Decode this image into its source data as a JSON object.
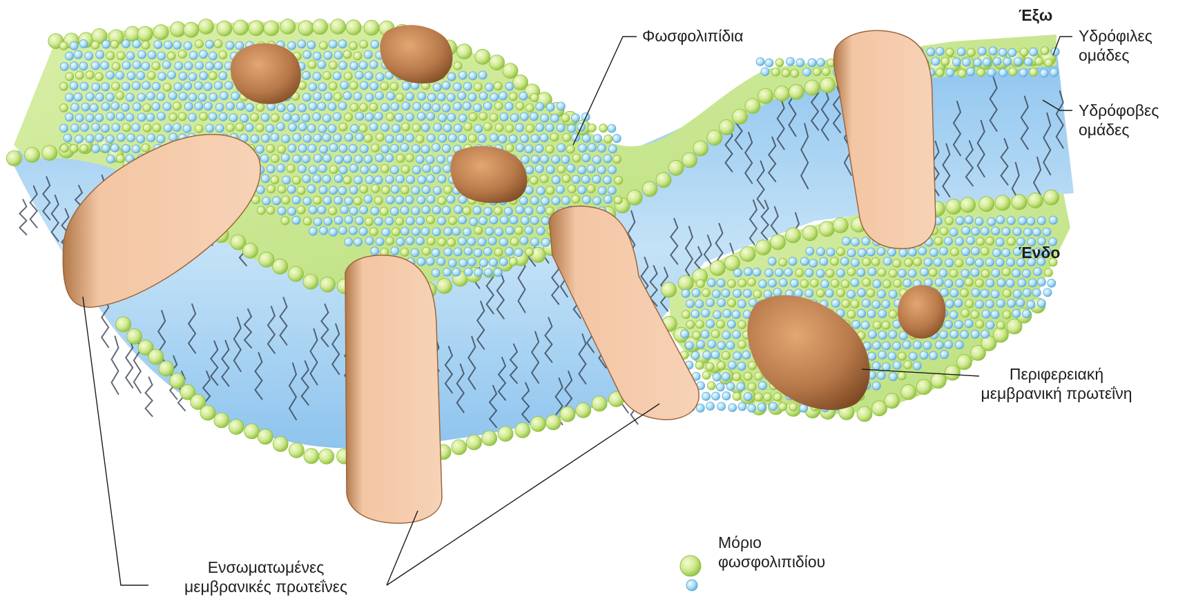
{
  "colors": {
    "background": "#ffffff",
    "hydrophobic_fill": "#a9cff0",
    "head_green": "#cfe98f",
    "head_green_dark": "#9bc94a",
    "head_blue": "#a6dcf5",
    "tail_dark": "#2d3848",
    "protein_integral": "#f3c6a4",
    "protein_edge": "#a36a3c",
    "protein_peripheral": "#b8794a",
    "leader_line": "#1a1a1a"
  },
  "labels": {
    "outside": "Έξω",
    "inside": "Ένδο",
    "phospholipids": "Φωσφολιπίδια",
    "hydrophilic_line1": "Υδρόφιλες",
    "hydrophilic_line2": "ομάδες",
    "hydrophobic_line1": "Υδρόφοβες",
    "hydrophobic_line2": "ομάδες",
    "peripheral_line1": "Περιφερειακή",
    "peripheral_line2": "μεμβρανική πρωτεΐνη",
    "integral_line1": "Ενσωματωμένες",
    "integral_line2": "μεμβρανικές πρωτεΐνες",
    "molecule_line1": "Μόριο",
    "molecule_line2": "φωσφολιπιδίου"
  }
}
